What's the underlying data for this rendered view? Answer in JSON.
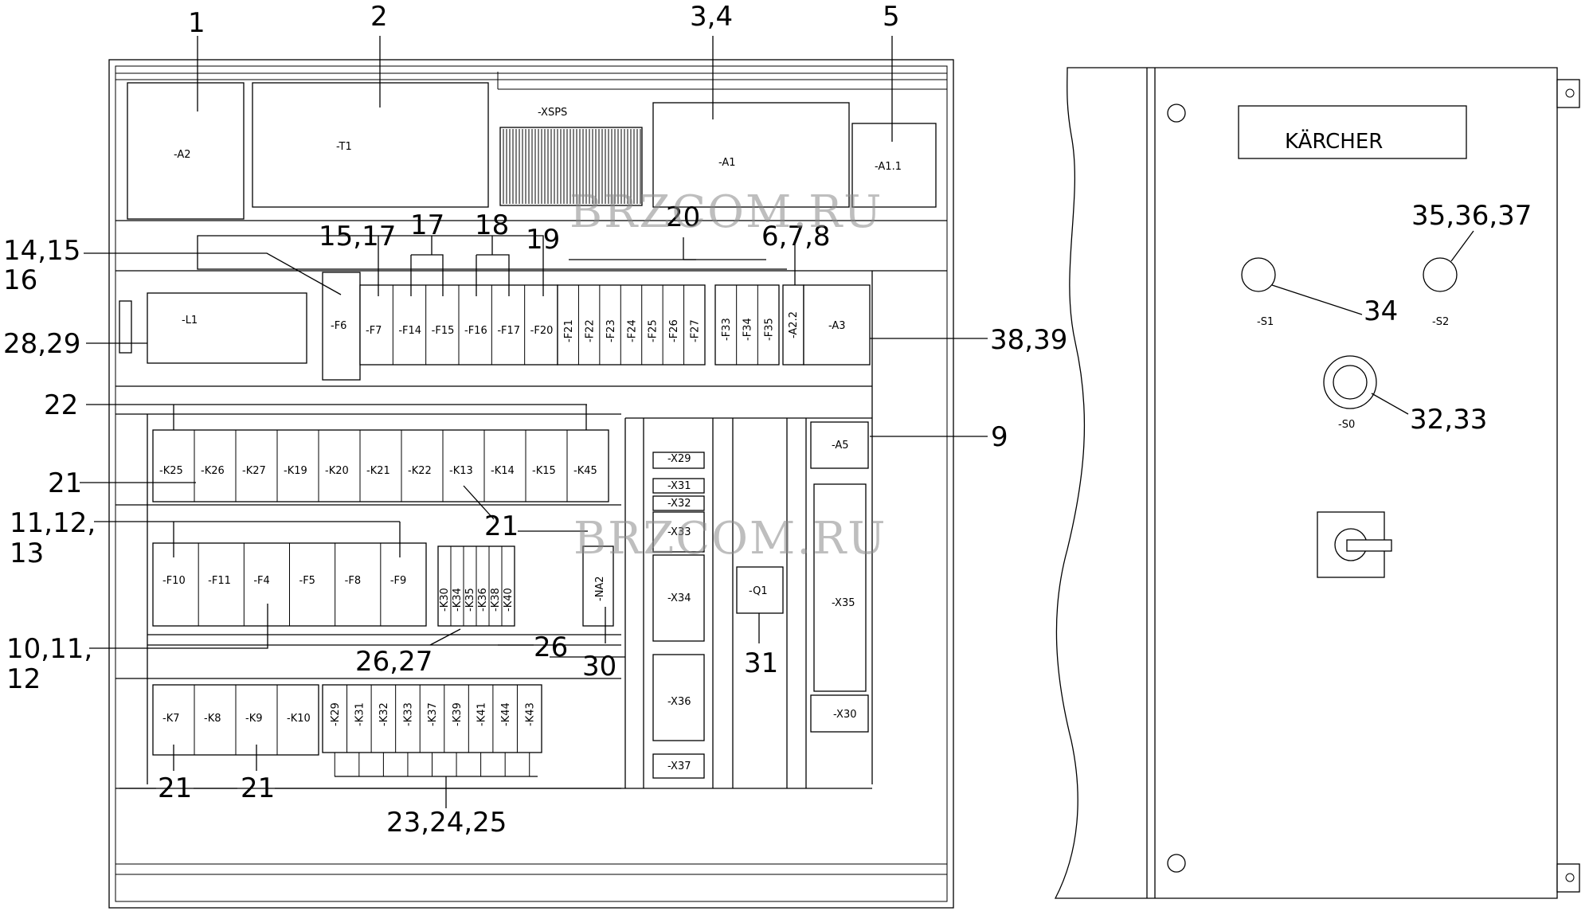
{
  "watermark": "BRZCOM.RU",
  "door": {
    "brand": "KÄRCHER",
    "switch_labels": {
      "s1": "-S1",
      "s2": "-S2",
      "s0": "-S0"
    }
  },
  "callouts": {
    "c1": "1",
    "c2": "2",
    "c3_4": "3,4",
    "c5": "5",
    "c14_15": "14,15",
    "c16": "16",
    "c15_17": "15,17",
    "c17": "17",
    "c18": "18",
    "c19": "19",
    "c20": "20",
    "c6_7_8": "6,7,8",
    "c28_29": "28,29",
    "c38_39": "38,39",
    "c22": "22",
    "c21a": "21",
    "c9": "9",
    "c21b": "21",
    "c11_12_13a": "11,12,",
    "c11_12_13b": "13",
    "c10_11_12a": "10,11,",
    "c10_11_12b": "12",
    "c26_27": "26,27",
    "c26": "26",
    "c30": "30",
    "c31": "31",
    "c21c": "21",
    "c21d": "21",
    "c23_24_25": "23,24,25",
    "c35_36_37": "35,36,37",
    "c34": "34",
    "c32_33": "32,33"
  },
  "labels": {
    "a2": "-A2",
    "t1": "-T1",
    "xsps": "-XSPS",
    "a1": "-A1",
    "a1_1": "-A1.1",
    "l1": "-L1",
    "f6": "-F6",
    "f7": "-F7",
    "f14": "-F14",
    "f15": "-F15",
    "f16": "-F16",
    "f17": "-F17",
    "f20": "-F20",
    "f21": "-F21",
    "f22": "-F22",
    "f23": "-F23",
    "f24": "-F24",
    "f25": "-F25",
    "f26": "-F26",
    "f27": "-F27",
    "f33": "-F33",
    "f34": "-F34",
    "f35": "-F35",
    "a2_2": "-A2.2",
    "a3": "-A3",
    "k25": "-K25",
    "k26": "-K26",
    "k27": "-K27",
    "k19": "-K19",
    "k20": "-K20",
    "k21": "-K21",
    "k22": "-K22",
    "k13": "-K13",
    "k14": "-K14",
    "k15": "-K15",
    "k45": "-K45",
    "f10": "-F10",
    "f11": "-F11",
    "f4": "-F4",
    "f5": "-F5",
    "f8": "-F8",
    "f9": "-F9",
    "k30": "-K30",
    "k34": "-K34",
    "k35": "-K35",
    "k36": "-K36",
    "k38": "-K38",
    "k40": "-K40",
    "na2": "-NA2",
    "x29": "-X29",
    "x31": "-X31",
    "x32": "-X32",
    "x33": "-X33",
    "x34": "-X34",
    "x36": "-X36",
    "x37": "-X37",
    "q1": "-Q1",
    "a5": "-A5",
    "x35": "-X35",
    "x30": "-X30",
    "k7": "-K7",
    "k8": "-K8",
    "k9": "-K9",
    "k10": "-K10",
    "k29": "-K29",
    "k31": "-K31",
    "k32": "-K32",
    "k33": "-K33",
    "k37": "-K37",
    "k39": "-K39",
    "k41": "-K41",
    "k44": "-K44",
    "k43": "-K43"
  }
}
